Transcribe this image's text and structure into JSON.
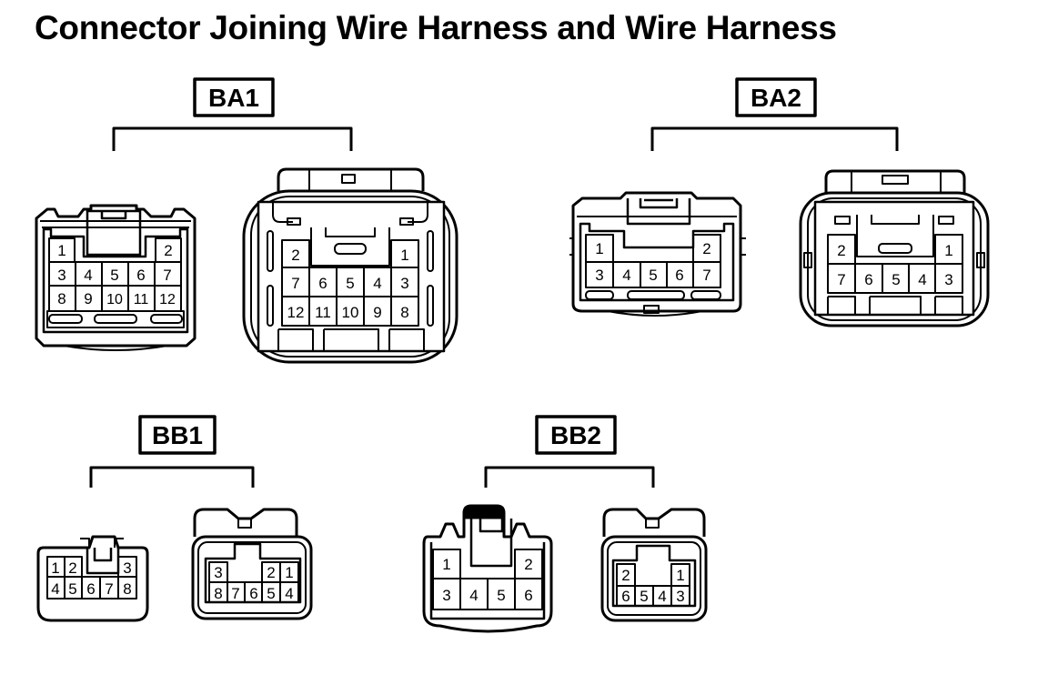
{
  "title": "Connector Joining Wire Harness and Wire Harness",
  "groups": {
    "ba1": {
      "label": "BA1",
      "left": {
        "rows": [
          [
            "1",
            "2"
          ],
          [
            "3",
            "4",
            "5",
            "6",
            "7"
          ],
          [
            "8",
            "9",
            "10",
            "11",
            "12"
          ]
        ]
      },
      "right": {
        "rows": [
          [
            "2",
            "1"
          ],
          [
            "7",
            "6",
            "5",
            "4",
            "3"
          ],
          [
            "12",
            "11",
            "10",
            "9",
            "8"
          ]
        ]
      }
    },
    "ba2": {
      "label": "BA2",
      "left": {
        "rows": [
          [
            "1",
            "2"
          ],
          [
            "3",
            "4",
            "5",
            "6",
            "7"
          ]
        ]
      },
      "right": {
        "rows": [
          [
            "2",
            "1"
          ],
          [
            "7",
            "6",
            "5",
            "4",
            "3"
          ]
        ]
      }
    },
    "bb1": {
      "label": "BB1",
      "left": {
        "rows": [
          [
            "1",
            "2",
            "3"
          ],
          [
            "4",
            "5",
            "6",
            "7",
            "8"
          ]
        ]
      },
      "right": {
        "rows": [
          [
            "3",
            "2",
            "1"
          ],
          [
            "8",
            "7",
            "6",
            "5",
            "4"
          ]
        ]
      }
    },
    "bb2": {
      "label": "BB2",
      "left": {
        "rows": [
          [
            "1",
            "2"
          ],
          [
            "3",
            "4",
            "5",
            "6"
          ]
        ]
      },
      "right": {
        "rows": [
          [
            "2",
            "1"
          ],
          [
            "6",
            "5",
            "4",
            "3"
          ]
        ]
      }
    }
  }
}
